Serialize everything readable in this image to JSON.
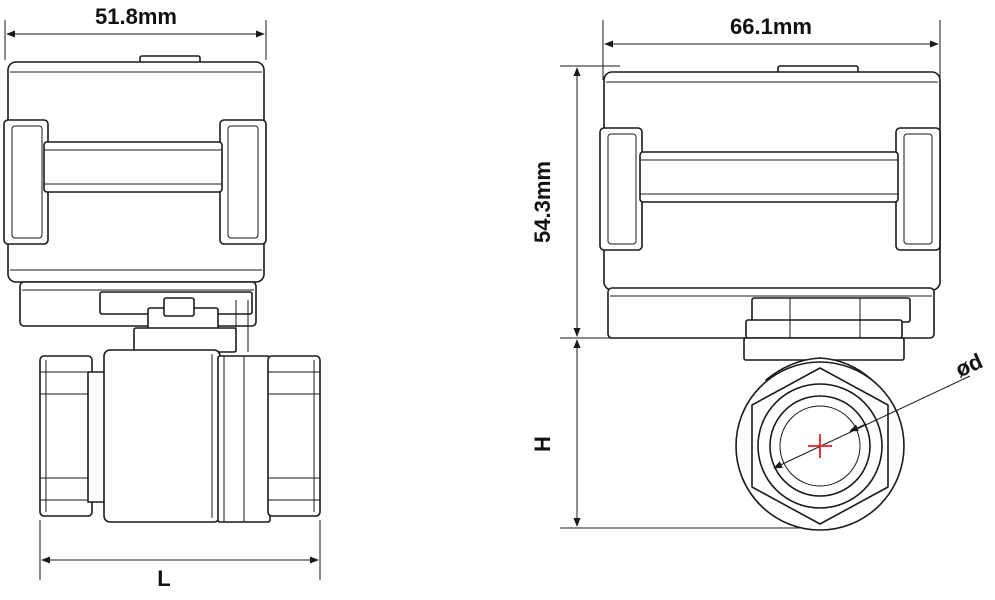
{
  "drawing": {
    "front_view": {
      "width_label": "51.8mm",
      "length_label": "L"
    },
    "side_view": {
      "width_label": "66.1mm",
      "height_label": "54.3mm",
      "bottom_height_label": "H",
      "diameter_label": "ød"
    },
    "colors": {
      "line": "#1a1a1a",
      "center_mark": "#e0202a",
      "background": "#ffffff"
    }
  }
}
